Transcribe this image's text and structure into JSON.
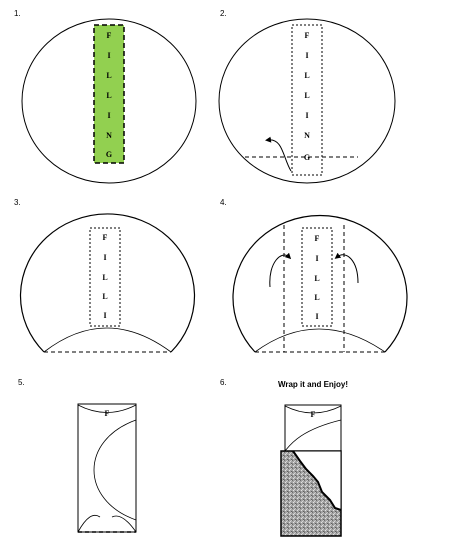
{
  "steps": [
    {
      "number": "1.",
      "filling": [
        "F",
        "I",
        "L",
        "L",
        "I",
        "N",
        "G"
      ]
    },
    {
      "number": "2.",
      "filling": [
        "F",
        "I",
        "L",
        "L",
        "I",
        "N",
        "G"
      ]
    },
    {
      "number": "3.",
      "filling": [
        "F",
        "I",
        "L",
        "L",
        "I"
      ]
    },
    {
      "number": "4.",
      "filling": [
        "F",
        "I",
        "L",
        "L",
        "I"
      ]
    },
    {
      "number": "5.",
      "filling": [
        "F"
      ]
    },
    {
      "number": "6.",
      "filling": [
        "F"
      ],
      "caption": "Wrap it and Enjoy!"
    }
  ],
  "colors": {
    "filling_green": "#92D050",
    "foil_gray": "#A9A9A9",
    "line": "#000000"
  }
}
